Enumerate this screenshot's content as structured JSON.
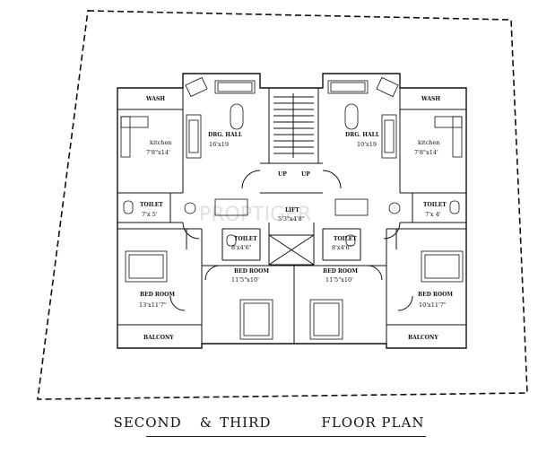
{
  "title": {
    "line1": "SECOND",
    "amp": "&",
    "line2": "THIRD",
    "line3": "FLOOR PLAN"
  },
  "watermark": "PROPTIGER",
  "rooms": {
    "wash_left": "WASH",
    "wash_right": "WASH",
    "drg_left": "DRG. HALL",
    "drg_left_dim": "16'x19",
    "drg_right": "DRG. HALL",
    "drg_right_dim": "10'x19",
    "kitchen_left": "kitchen",
    "kitchen_left_dim": "7'8\"x14'",
    "kitchen_right": "kitchen",
    "kitchen_right_dim": "7'8\"x14'",
    "up_left": "UP",
    "up_right": "UP",
    "toilet_left": "TOILET",
    "toilet_left_dim": "7'x 5'",
    "toilet_right": "TOILET",
    "toilet_right_dim": "7'x 4'",
    "lift": "LIFT",
    "lift_dim": "5'3\"x4'8\"",
    "toilet_cl": "TOILET",
    "toilet_cl_dim": "8'x4'6\"",
    "toilet_cr": "TOILET",
    "toilet_cr_dim": "8'x4'6\"",
    "bed_cl": "BED ROOM",
    "bed_cl_dim": "11'5\"x10'",
    "bed_cr": "BED ROOM",
    "bed_cr_dim": "11'5\"x10'",
    "bed_left": "BED ROOM",
    "bed_left_dim": "13'x11'7\"",
    "bed_right": "BED ROOM",
    "bed_right_dim": "10'x11'7\"",
    "balcony_left": "BALCONY",
    "balcony_right": "BALCONY"
  }
}
